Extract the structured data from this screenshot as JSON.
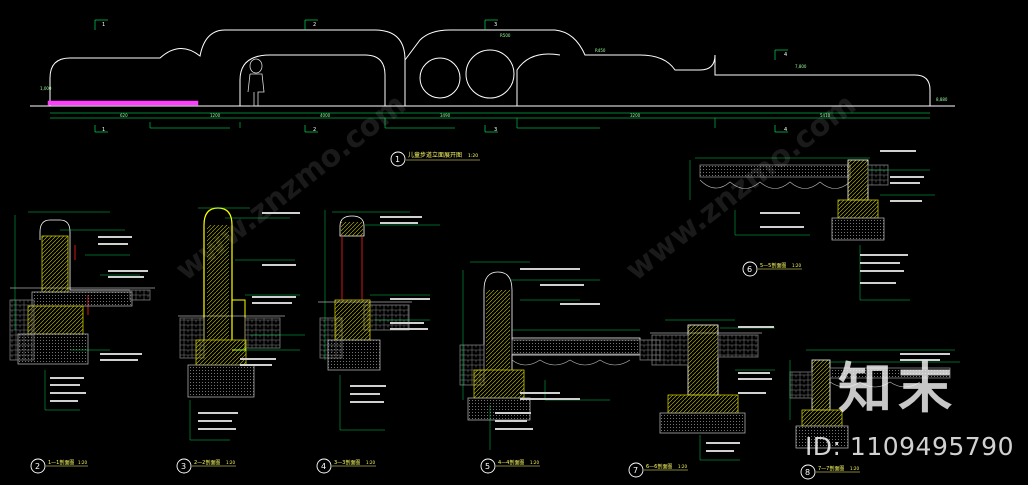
{
  "drawing": {
    "elevation_title": "儿童步道立面展开图",
    "elevation_scale": "1:20",
    "elevation_number": "1",
    "section_marks": [
      "1",
      "2",
      "3",
      "4"
    ]
  },
  "sections": [
    {
      "number": "2",
      "title": "1—1剖面图",
      "scale": "1:20"
    },
    {
      "number": "3",
      "title": "2—2剖面图",
      "scale": "1:20"
    },
    {
      "number": "4",
      "title": "3—3剖面图",
      "scale": "1:20"
    },
    {
      "number": "5",
      "title": "4—4剖面图",
      "scale": "1:20"
    },
    {
      "number": "6",
      "title": "5—5剖面图",
      "scale": "1:20"
    },
    {
      "number": "7",
      "title": "6—6剖面图",
      "scale": "1:20"
    },
    {
      "number": "8",
      "title": "7—7剖面图",
      "scale": "1:20"
    }
  ],
  "watermark": {
    "logo": "知末",
    "id": "ID: 1109495790",
    "site": "www.znzmo.com"
  },
  "colors": {
    "background": "#000000",
    "outline": "#ffffff",
    "dimension": "#00ff66",
    "hatch": "#d6d600",
    "wall_highlight": "#ffff00",
    "accent_red": "#ff2020",
    "magenta": "#ff3cff",
    "text_green": "#9cff9c"
  }
}
